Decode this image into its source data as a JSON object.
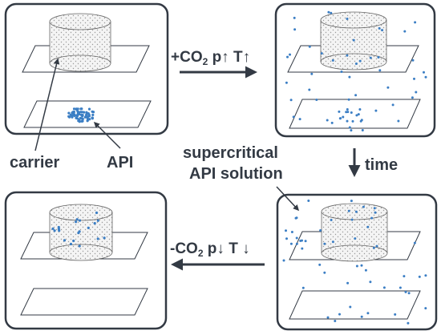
{
  "colors": {
    "frame_stroke": "#333a44",
    "particle": "#3b7ec4",
    "text": "#333a44",
    "carrier_fill": "#f4f4f4",
    "carrier_dots": "#9a9a9a"
  },
  "icons": {
    "arrow_right": "arrow-right-icon",
    "arrow_down": "arrow-down-icon",
    "arrow_left": "arrow-left-icon"
  },
  "labels": {
    "carrier": "carrier",
    "api": "API",
    "supercritical_line1": "supercritical",
    "supercritical_line2": "API solution",
    "time": "time"
  },
  "step_forward": {
    "prefix": "+CO",
    "subscript": "2",
    "pressure": "p↑",
    "temperature": "T↑"
  },
  "step_back": {
    "prefix": "-CO",
    "subscript": "2",
    "pressure": "p↓",
    "temperature": "T ↓"
  }
}
